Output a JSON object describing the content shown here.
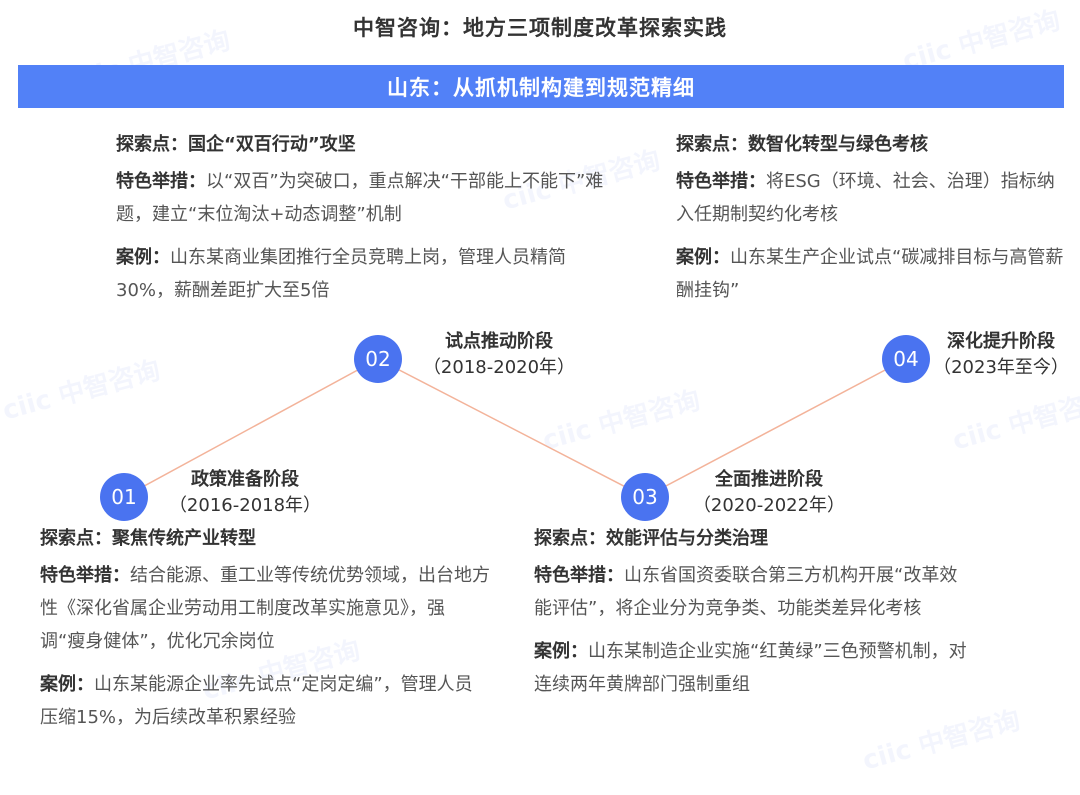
{
  "header": {
    "title": "中智咨询：地方三项制度改革探索实践",
    "banner": "山东：从抓机制构建到规范精细"
  },
  "colors": {
    "banner_bg": "#5281f7",
    "circle_bg": "#4a73f0",
    "connector_line": "#f3b39a"
  },
  "watermark": "ciic 中智咨询",
  "stages": [
    {
      "number": "01",
      "name": "政策准备阶段",
      "years": "（2016-2018年）",
      "explore_point": "探索点：聚焦传统产业转型",
      "measure_label": "特色举措：",
      "measure_text": "结合能源、重工业等传统优势领域，出台地方性《深化省属企业劳动用工制度改革实施意见》，强调“瘦身健体”，优化冗余岗位",
      "case_label": "案例：",
      "case_text": "山东某能源企业率先试点“定岗定编”，管理人员压缩15%，为后续改革积累经验"
    },
    {
      "number": "02",
      "name": "试点推动阶段",
      "years": "（2018-2020年）",
      "explore_point": "探索点：国企“双百行动”攻坚",
      "measure_label": "特色举措：",
      "measure_text": "以“双百”为突破口，重点解决“干部能上不能下”难题，建立“末位淘汰+动态调整”机制",
      "case_label": "案例：",
      "case_text": "山东某商业集团推行全员竞聘上岗，管理人员精简30%，薪酬差距扩大至5倍"
    },
    {
      "number": "03",
      "name": "全面推进阶段",
      "years": "（2020-2022年）",
      "explore_point": "探索点：效能评估与分类治理",
      "measure_label": "特色举措：",
      "measure_text": "山东省国资委联合第三方机构开展“改革效能评估”，将企业分为竞争类、功能类差异化考核",
      "case_label": "案例：",
      "case_text": "山东某制造企业实施“红黄绿”三色预警机制，对连续两年黄牌部门强制重组"
    },
    {
      "number": "04",
      "name": "深化提升阶段",
      "years": "（2023年至今）",
      "explore_point": "探索点：数智化转型与绿色考核",
      "measure_label": "特色举措：",
      "measure_text": "将ESG（环境、社会、治理）指标纳入任期制契约化考核",
      "case_label": "案例：",
      "case_text": "山东某生产企业试点“碳减排目标与高管薪酬挂钩”"
    }
  ]
}
